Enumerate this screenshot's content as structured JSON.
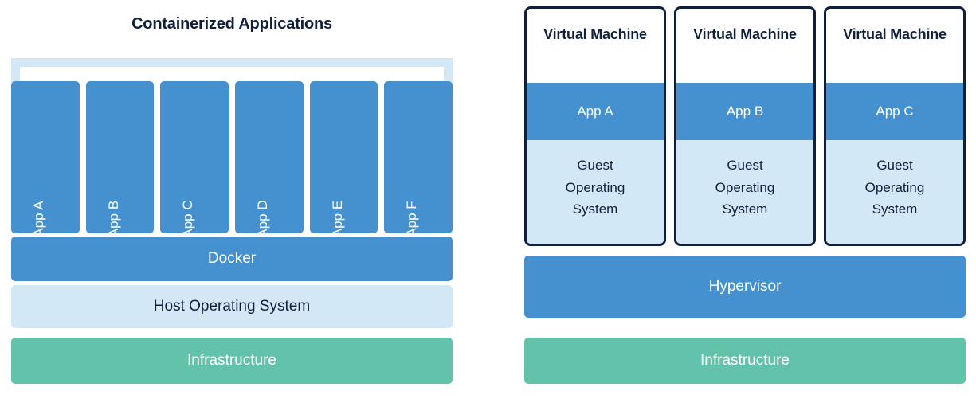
{
  "diagram": {
    "type": "architecture-comparison",
    "accent_colors": {
      "blue": "#4590CE",
      "light_blue": "#D3E8F7",
      "green": "#63C2AA",
      "navy": "#101F3C",
      "white": "#FFFFFF"
    }
  },
  "left": {
    "title": "Containerized Applications",
    "apps": [
      {
        "label": "App A"
      },
      {
        "label": "App B"
      },
      {
        "label": "App C"
      },
      {
        "label": "App D"
      },
      {
        "label": "App E"
      },
      {
        "label": "App F"
      }
    ],
    "layers": [
      {
        "label": "Docker",
        "color": "#4590CE"
      },
      {
        "label": "Host Operating System",
        "color": "#D3E8F7"
      },
      {
        "label": "Infrastructure",
        "color": "#63C2AA"
      }
    ],
    "docker_label": "Docker",
    "host_os_label": "Host Operating System",
    "infrastructure_label": "Infrastructure"
  },
  "right": {
    "vms": [
      {
        "title": "Virtual Machine",
        "app": "App A",
        "guest_os": "Guest\nOperating\nSystem"
      },
      {
        "title": "Virtual Machine",
        "app": "App B",
        "guest_os": "Guest\nOperating\nSystem"
      },
      {
        "title": "Virtual Machine",
        "app": "App C",
        "guest_os": "Guest\nOperating\nSystem"
      }
    ],
    "layers": [
      {
        "label": "Hypervisor",
        "color": "#4590CE"
      },
      {
        "label": "Infrastructure",
        "color": "#63C2AA"
      }
    ],
    "hypervisor_label": "Hypervisor",
    "infrastructure_label": "Infrastructure"
  }
}
